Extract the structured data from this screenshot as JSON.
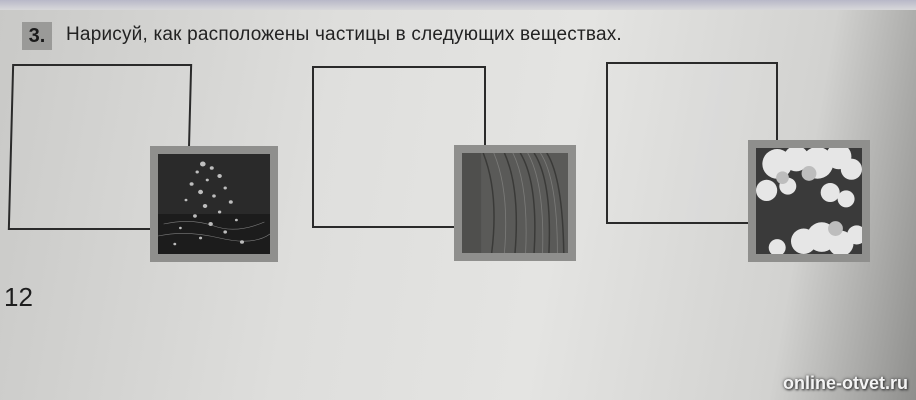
{
  "task": {
    "number": "3.",
    "instruction": "Нарисуй, как расположены частицы в следующих веществах."
  },
  "boxes": [
    {
      "substance_icon": "water-photo-icon"
    },
    {
      "substance_icon": "wood-photo-icon"
    },
    {
      "substance_icon": "clouds-photo-icon"
    }
  ],
  "page_number": "12",
  "watermark": "online-otvet.ru",
  "colors": {
    "paper": "#e0e0de",
    "border": "#2a2a2a",
    "number_badge": "#9a9a98"
  }
}
